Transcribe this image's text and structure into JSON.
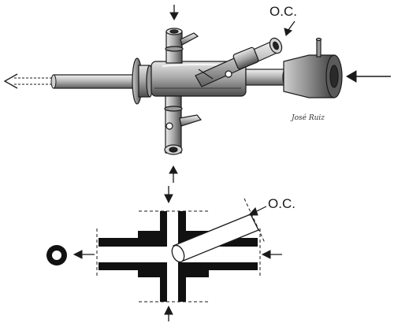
{
  "figure": {
    "top_label_oc": "O.C.",
    "bottom_label_oc": "O.C.",
    "artist_signature": "José Ruiz",
    "colors": {
      "ink": "#1a1a1a",
      "metal_light": "#d8d8d8",
      "metal_mid": "#a9a9a9",
      "metal_dark": "#6e6e6e",
      "section_fill": "#111111"
    }
  }
}
